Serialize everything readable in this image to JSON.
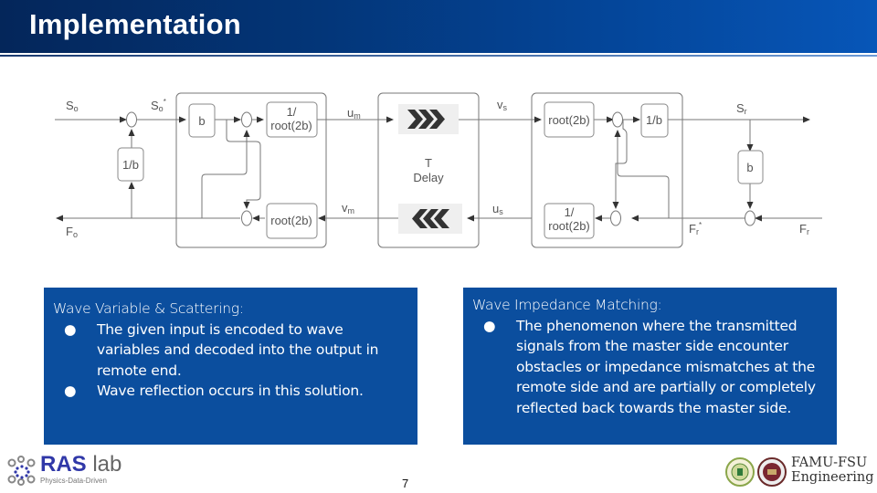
{
  "header": {
    "title": "Implementation"
  },
  "diagram": {
    "labels": {
      "s_o": "S",
      "s_o_sub": "o",
      "s_o_star": "S",
      "s_o_star_sub": "o",
      "s_o_star_sup": "*",
      "f_o": "F",
      "f_o_sub": "o",
      "u_m": "u",
      "u_m_sub": "m",
      "v_m": "v",
      "v_m_sub": "m",
      "v_s": "v",
      "v_s_sub": "s",
      "u_s": "u",
      "u_s_sub": "s",
      "s_r": "S",
      "s_r_sub": "r",
      "f_r": "F",
      "f_r_sub": "r",
      "f_r_star": "F",
      "f_r_star_sub": "r",
      "f_r_star_sup": "*"
    },
    "blocks": {
      "inv_b_left": "1/b",
      "b_master": "b",
      "inv_root_master_line1": "1/",
      "inv_root_master_line2": "root(2b)",
      "root_master": "root(2b)",
      "delay_line1": "T",
      "delay_line2": "Delay",
      "root_slave": "root(2b)",
      "inv_b_slave": "1/b",
      "inv_root_slave_line1": "1/",
      "inv_root_slave_line2": "root(2b)",
      "b_right": "b"
    },
    "icons": {
      "forward": "chevrons-right-icon",
      "backward": "chevrons-left-icon"
    }
  },
  "panels": {
    "left": {
      "heading": "Wave Variable & Scattering:",
      "bullets": [
        "The given input is encoded to wave variables and decoded into the output in remote end.",
        "Wave reflection occurs in this solution."
      ],
      "bullet_glyph": "●"
    },
    "right": {
      "heading": "Wave Impedance Matching:",
      "bullets": [
        "The phenomenon where the transmitted signals from the master side encounter obstacles or impedance mismatches at the remote side and are partially or completely reflected back towards the master side."
      ],
      "bullet_glyph": "●"
    }
  },
  "footer": {
    "lab_name_bold": "RAS",
    "lab_name_light": " lab",
    "lab_tagline": "Physics-Data-Driven",
    "page_number": "7",
    "engineering_line1": "FAMU-FSU",
    "engineering_line2": "Engineering"
  },
  "colors": {
    "header_dark": "#04265a",
    "header_light": "#0756b8",
    "panel_blue": "#0b4e9e",
    "diagram_line": "#666666",
    "chevron": "#333333"
  }
}
